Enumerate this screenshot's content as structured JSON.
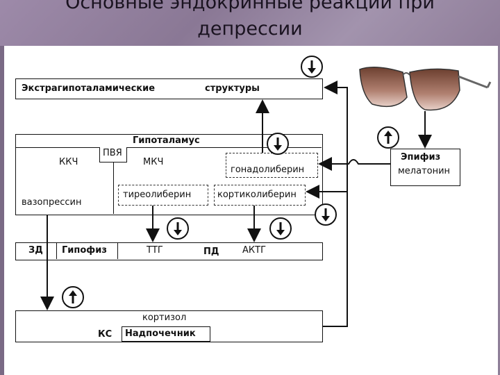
{
  "title": {
    "line1": "Основные эндокринные реакции при",
    "line2": "депрессии"
  },
  "extra": {
    "left": "Экстрагипоталамические",
    "right": "структуры"
  },
  "hypo": {
    "title": "Гипоталамус",
    "kkch": "ККЧ",
    "pva": "ПВЯ",
    "mkch": "МКЧ",
    "gonado": "гонадолиберин",
    "tireo": "тиреолиберин",
    "cortico": "кортиколиберин",
    "vaso": "вазопрессин"
  },
  "pit": {
    "zd": "ЗД",
    "gipofiz": "Гипофиз",
    "ttg": "ТТГ",
    "pd": "ПД",
    "actg": "АКТГ"
  },
  "adrenal": {
    "cortisol": "кортизол",
    "ks": "КС",
    "nadpoch": "Надпочечник"
  },
  "epiphysis": {
    "title": "Эпифиз",
    "melatonin": "мелатонин"
  },
  "arrows": [
    {
      "label": "extra",
      "direction": "down"
    },
    {
      "label": "gonado",
      "direction": "down"
    },
    {
      "label": "cortico",
      "direction": "down"
    },
    {
      "label": "ttg",
      "direction": "down"
    },
    {
      "label": "actg",
      "direction": "down"
    },
    {
      "label": "cortisol",
      "direction": "up"
    },
    {
      "label": "epiphysis-in",
      "direction": "up"
    },
    {
      "label": "epiphysis-out",
      "direction": "down"
    }
  ],
  "icons": [
    "sunglasses-icon"
  ]
}
